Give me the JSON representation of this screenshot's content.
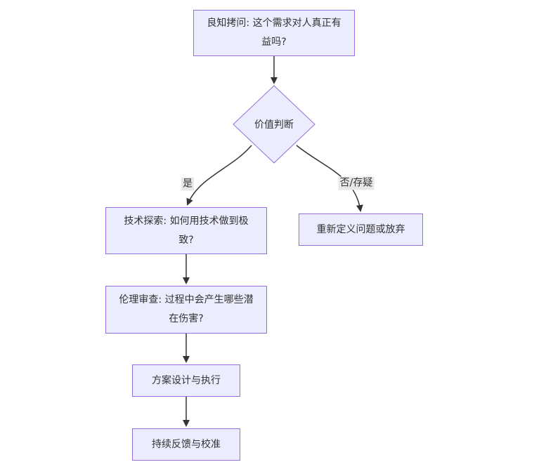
{
  "diagram": {
    "type": "flowchart",
    "direction": "top-to-bottom",
    "colors": {
      "node_fill": "#ECECFF",
      "node_border": "#9370DB",
      "edge_stroke": "#333333",
      "text": "#333333",
      "edge_label_bg": "#e8e8e8",
      "background": "#ffffff"
    },
    "nodes": [
      {
        "id": "conscience",
        "shape": "rect",
        "label": "良知拷问: 这个需求对人真正有益吗?"
      },
      {
        "id": "decision",
        "shape": "diamond",
        "label": "价值判断"
      },
      {
        "id": "explore",
        "shape": "rect",
        "label": "技术探索: 如何用技术做到极致?"
      },
      {
        "id": "redefine",
        "shape": "rect",
        "label": "重新定义问题或放弃"
      },
      {
        "id": "ethics",
        "shape": "rect",
        "label": "伦理审查: 过程中会产生哪些潜在伤害?"
      },
      {
        "id": "design",
        "shape": "rect",
        "label": "方案设计与执行"
      },
      {
        "id": "feedback",
        "shape": "rect",
        "label": "持续反馈与校准"
      }
    ],
    "edges": [
      {
        "from": "conscience",
        "to": "decision",
        "label": ""
      },
      {
        "from": "decision",
        "to": "explore",
        "label": "是"
      },
      {
        "from": "decision",
        "to": "redefine",
        "label": "否/存疑"
      },
      {
        "from": "explore",
        "to": "ethics",
        "label": ""
      },
      {
        "from": "ethics",
        "to": "design",
        "label": ""
      },
      {
        "from": "design",
        "to": "feedback",
        "label": ""
      }
    ]
  }
}
